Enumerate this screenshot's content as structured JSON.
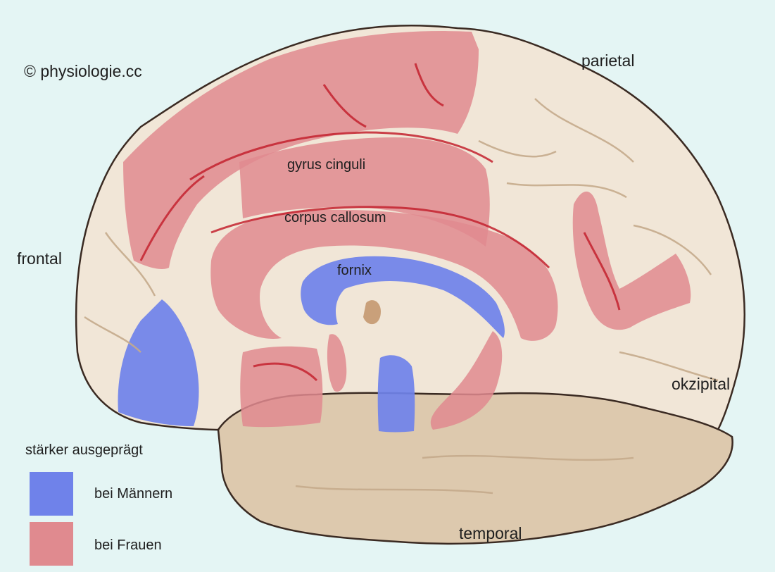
{
  "copyright": "© physiologie.cc",
  "regions": {
    "frontal": "frontal",
    "parietal": "parietal",
    "okzipital": "okzipital",
    "temporal": "temporal"
  },
  "structures": {
    "gyrus_cinguli": "gyrus cinguli",
    "corpus_callosum": "corpus callosum",
    "fornix": "fornix"
  },
  "legend": {
    "title": "stärker ausgeprägt",
    "items": [
      {
        "label": "bei Männern",
        "color": "#6f82ea"
      },
      {
        "label": "bei Frauen",
        "color": "#e08a8f"
      }
    ]
  },
  "colors": {
    "background": "#e4f5f4",
    "brain_cortex": "#f1e6d7",
    "brainstem": "#ddc9ae",
    "male_highlight": "#6f82ea",
    "female_highlight": "#e08a8f",
    "outline": "#3a2a22",
    "vessel": "#c4222f"
  }
}
